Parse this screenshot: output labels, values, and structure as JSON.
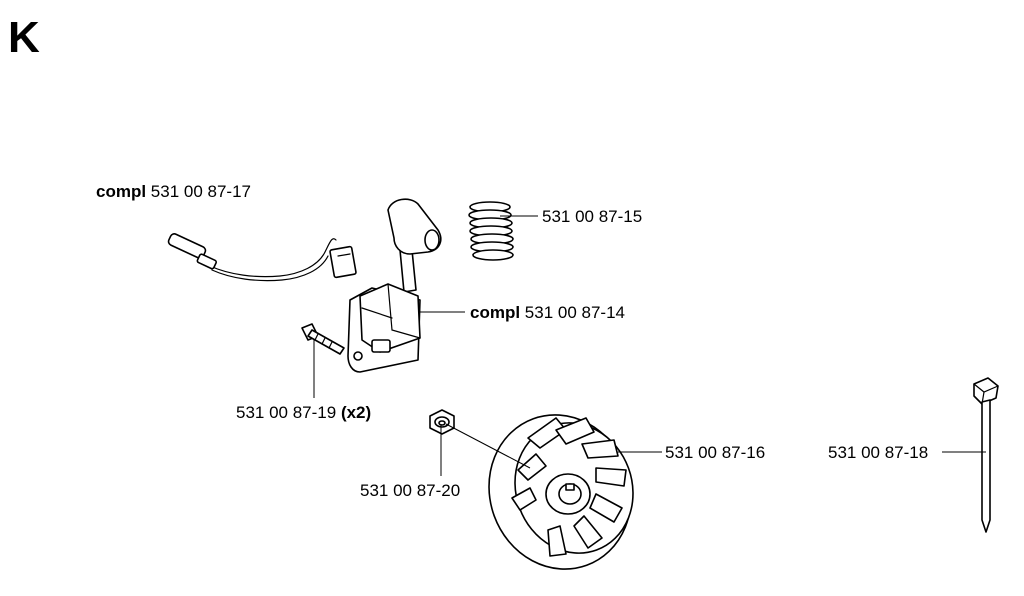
{
  "section_letter": "K",
  "callouts": {
    "ignition_cable": {
      "prefix": "compl",
      "part": "531 00 87-17"
    },
    "spring": {
      "prefix": "",
      "part": "531 00 87-15"
    },
    "ignition_module": {
      "prefix": "compl",
      "part": "531 00 87-14"
    },
    "screw": {
      "part": "531 00 87-19",
      "suffix": "(x2)"
    },
    "nut": {
      "part": "531 00 87-20"
    },
    "flywheel": {
      "part": "531 00 87-16"
    },
    "cable_tie": {
      "part": "531 00 87-18"
    }
  }
}
